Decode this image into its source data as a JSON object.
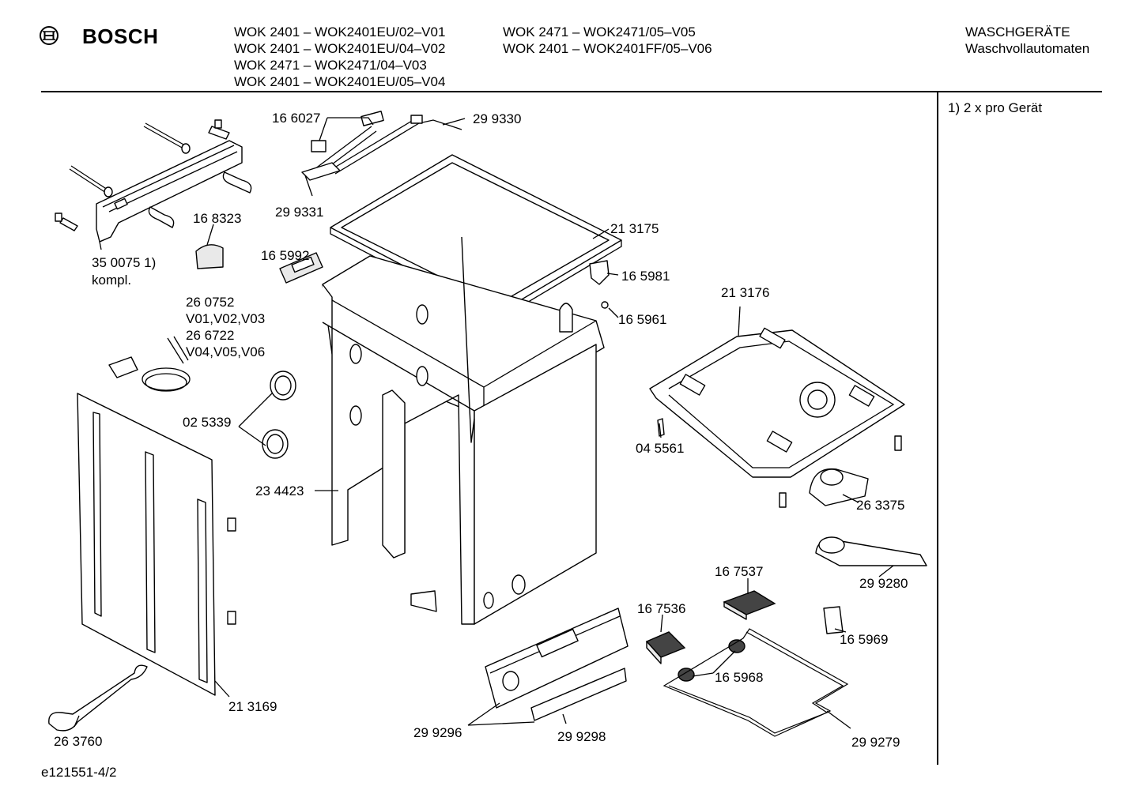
{
  "header": {
    "brand": "BOSCH",
    "models_col1": [
      "WOK 2401 – WOK2401EU/02–V01",
      "WOK 2401 – WOK2401EU/04–V02",
      "WOK 2471 – WOK2471/04–V03",
      "WOK 2401 – WOK2401EU/05–V04"
    ],
    "models_col2": [
      "WOK 2471 – WOK2471/05–V05",
      "WOK 2401 – WOK2401FF/05–V06"
    ],
    "category": "WASCHGERÄTE",
    "subcategory": "Waschvollautomaten"
  },
  "notes": {
    "footnote_1": "1) 2 x pro Gerät"
  },
  "footer": {
    "drawing_id": "e121551-4/2"
  },
  "parts": {
    "p350075": "35 0075 1)",
    "p350075_sub": "kompl.",
    "p166027": "16 6027",
    "p299330": "29 9330",
    "p299331": "29 9331",
    "p168323": "16 8323",
    "p165992": "16 5992",
    "p213175": "21 3175",
    "p165981": "16 5981",
    "p165961": "16 5961",
    "p213176": "21 3176",
    "p260752": "26 0752",
    "p260752_var": "V01,V02,V03",
    "p266722": "26 6722",
    "p266722_var": "V04,V05,V06",
    "p025339": "02 5339",
    "p234423": "23 4423",
    "p045561": "04 5561",
    "p263375": "26 3375",
    "p299280": "29 9280",
    "p167537": "16 7537",
    "p167536": "16 7536",
    "p165969": "16 5969",
    "p165968": "16 5968",
    "p213169": "21 3169",
    "p263760": "26 3760",
    "p299296": "29 9296",
    "p299298": "29 9298",
    "p299279": "29 9279"
  }
}
